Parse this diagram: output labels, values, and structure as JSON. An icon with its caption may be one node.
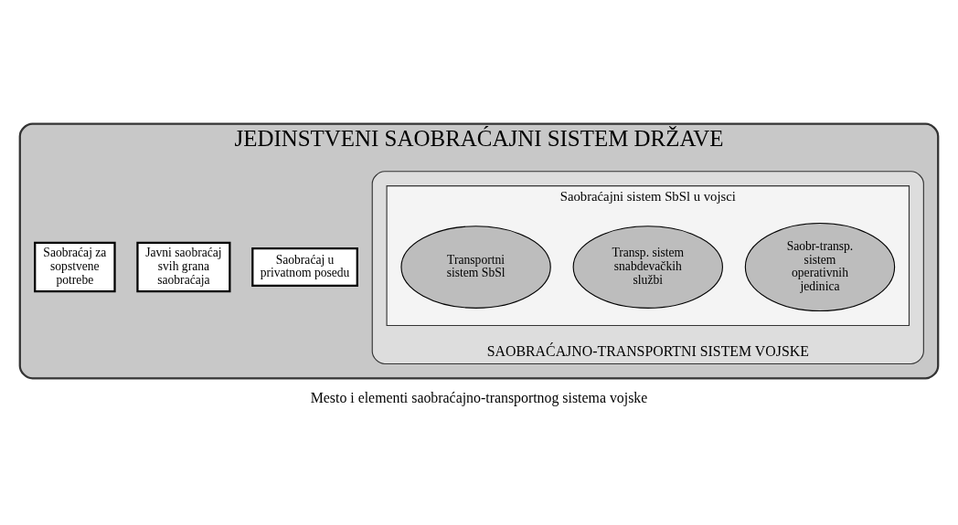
{
  "diagram": {
    "caption": "Mesto i elementi saobraćajno-transportnog sistema vojske",
    "nodes": [
      {
        "text": [
          "JEDINSTVENI SAOBRAĆAJNI SISTEM DRŽAVE"
        ]
      },
      {
        "text": [
          "Saobraćaj u privatnom posedu"
        ],
        "in": 0
      },
      {
        "text": [
          "Javni saobraćaj svih grana saobraćaja"
        ],
        "in": 0
      },
      {
        "text": [
          "Saobraćaj za sopstvene potrebe"
        ],
        "in": 0
      },
      {
        "text": [
          "SAOBRAĆAJNO-TRANSPORTNI SISTEM VOJSKE"
        ],
        "in": 0
      },
      {
        "text": [
          "Saobraćajni sistem SbSl u vojsci"
        ],
        "in": 4
      },
      {
        "text": [
          "Saobr-transp. sistem operativnih jedinica"
        ],
        "in": 5
      },
      {
        "text": [
          "Transp. sistem snabdevačkih službi"
        ],
        "in": 5
      },
      {
        "text": [
          "Transportni sistem SbSl"
        ],
        "in": 5
      }
    ]
  }
}
